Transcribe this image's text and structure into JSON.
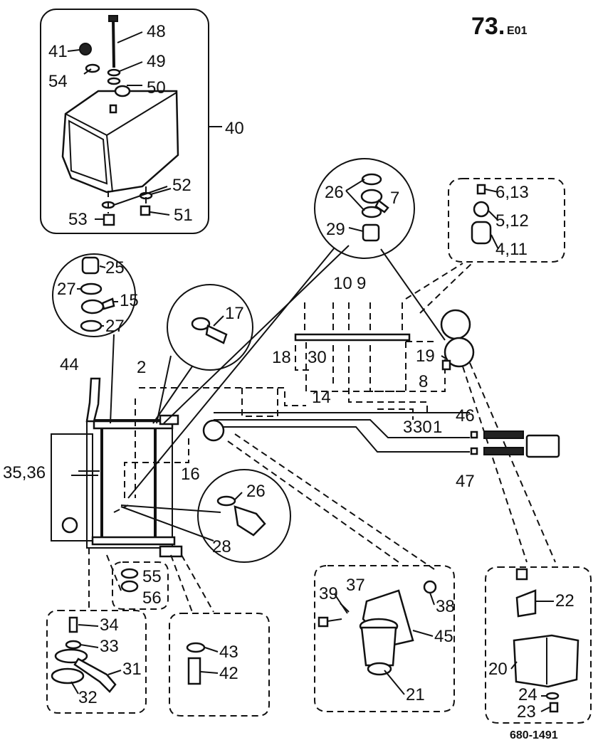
{
  "page": {
    "page_id_main": "73.",
    "page_id_sub": "E01",
    "drawing_number": "680-1491"
  },
  "callouts": [
    {
      "id": "48",
      "text": "48"
    },
    {
      "id": "41",
      "text": "41"
    },
    {
      "id": "49",
      "text": "49"
    },
    {
      "id": "54",
      "text": "54"
    },
    {
      "id": "50",
      "text": "50"
    },
    {
      "id": "40",
      "text": "40"
    },
    {
      "id": "52",
      "text": "52"
    },
    {
      "id": "53",
      "text": "53"
    },
    {
      "id": "51",
      "text": "51"
    },
    {
      "id": "26a",
      "text": "26"
    },
    {
      "id": "7",
      "text": "7"
    },
    {
      "id": "29",
      "text": "29"
    },
    {
      "id": "6_13",
      "text": "6,13"
    },
    {
      "id": "5_12",
      "text": "5,12"
    },
    {
      "id": "4_11",
      "text": "4,11"
    },
    {
      "id": "25",
      "text": "25"
    },
    {
      "id": "27a",
      "text": "27"
    },
    {
      "id": "15",
      "text": "15"
    },
    {
      "id": "27b",
      "text": "27"
    },
    {
      "id": "17",
      "text": "17"
    },
    {
      "id": "10",
      "text": "10"
    },
    {
      "id": "9",
      "text": "9"
    },
    {
      "id": "44",
      "text": "44"
    },
    {
      "id": "2",
      "text": "2"
    },
    {
      "id": "18",
      "text": "18"
    },
    {
      "id": "30",
      "text": "30"
    },
    {
      "id": "19",
      "text": "19"
    },
    {
      "id": "8",
      "text": "8"
    },
    {
      "id": "14",
      "text": "14"
    },
    {
      "id": "3",
      "text": "3"
    },
    {
      "id": "30b",
      "text": "30"
    },
    {
      "id": "1",
      "text": "1"
    },
    {
      "id": "46",
      "text": "46"
    },
    {
      "id": "35_36",
      "text": "35,36"
    },
    {
      "id": "16",
      "text": "16"
    },
    {
      "id": "47",
      "text": "47"
    },
    {
      "id": "26b",
      "text": "26"
    },
    {
      "id": "28",
      "text": "28"
    },
    {
      "id": "55",
      "text": "55"
    },
    {
      "id": "56",
      "text": "56"
    },
    {
      "id": "39",
      "text": "39"
    },
    {
      "id": "37",
      "text": "37"
    },
    {
      "id": "38",
      "text": "38"
    },
    {
      "id": "22",
      "text": "22"
    },
    {
      "id": "34",
      "text": "34"
    },
    {
      "id": "33",
      "text": "33"
    },
    {
      "id": "31",
      "text": "31"
    },
    {
      "id": "32",
      "text": "32"
    },
    {
      "id": "43",
      "text": "43"
    },
    {
      "id": "42",
      "text": "42"
    },
    {
      "id": "45",
      "text": "45"
    },
    {
      "id": "20",
      "text": "20"
    },
    {
      "id": "21",
      "text": "21"
    },
    {
      "id": "24",
      "text": "24"
    },
    {
      "id": "23",
      "text": "23"
    }
  ]
}
